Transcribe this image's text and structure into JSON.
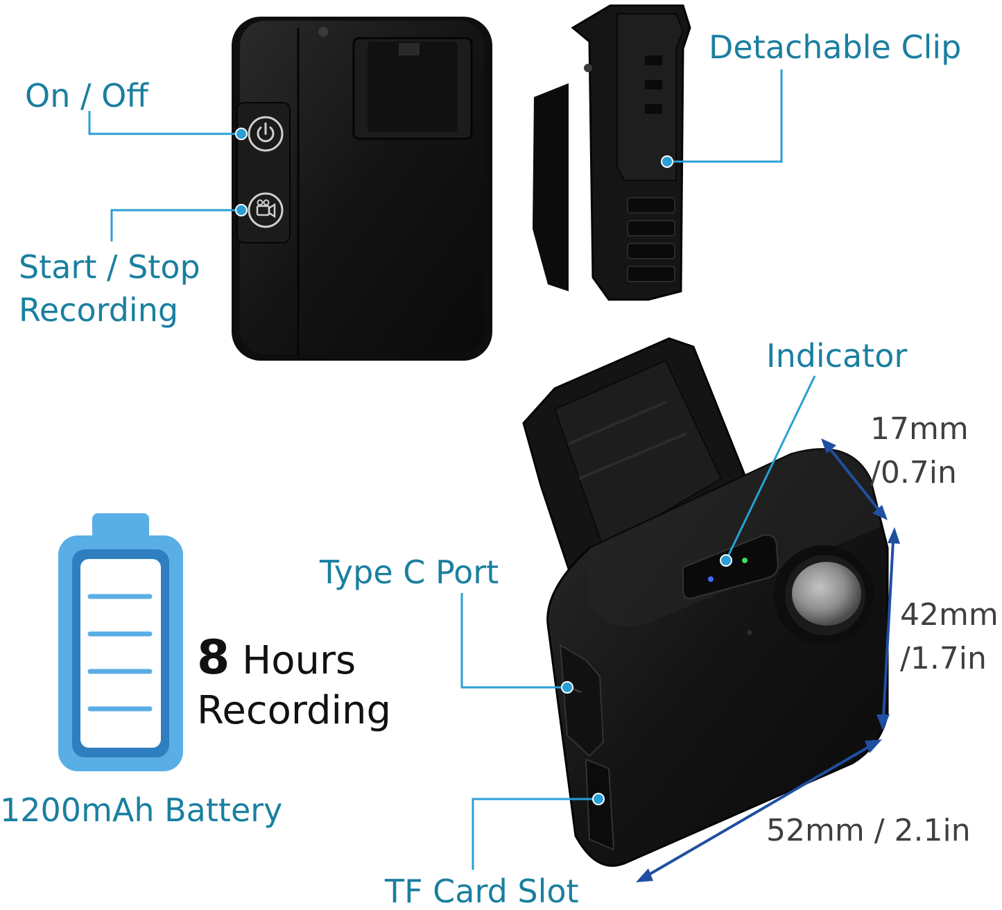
{
  "labels": {
    "on_off": "On / Off",
    "start_stop_line1": "Start / Stop",
    "start_stop_line2": "Recording",
    "detachable_clip": "Detachable Clip",
    "indicator": "Indicator",
    "type_c_port": "Type C Port",
    "tf_card_slot": "TF Card Slot",
    "battery": "1200mAh Battery"
  },
  "dimensions": {
    "depth_line1": "17mm",
    "depth_line2": "/0.7in",
    "height_line1": "42mm",
    "height_line2": "/1.7in",
    "width": "52mm / 2.1in"
  },
  "runtime": {
    "hours": "8",
    "hours_unit": "Hours",
    "recording": "Recording"
  },
  "colors": {
    "callout": "#1a7fa0",
    "callout_dot": "#2a9fd6",
    "dimension_arrow": "#1f4fa0",
    "battery_light": "#5aaee6",
    "battery_dark": "#2f7fc0",
    "device": "#151515"
  },
  "icons": [
    "power-icon",
    "video-camera-icon",
    "battery-icon"
  ]
}
